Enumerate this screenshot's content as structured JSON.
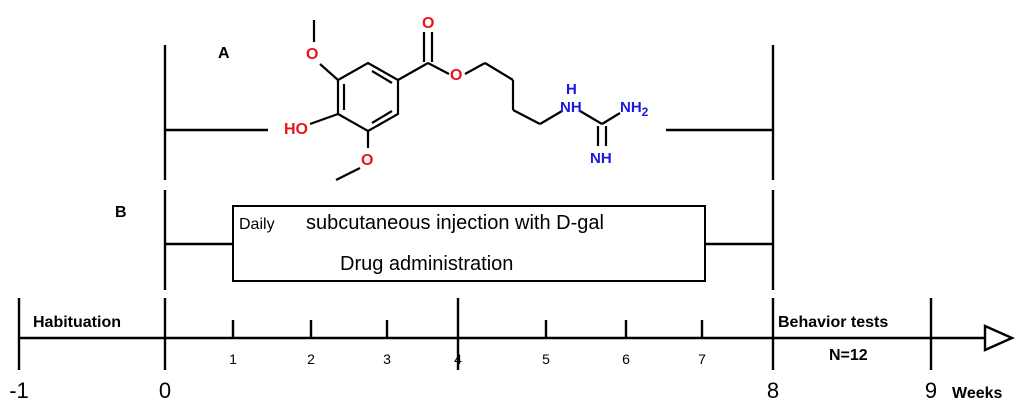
{
  "panels": {
    "a_label": "A",
    "b_label": "B"
  },
  "molecule": {
    "atoms": {
      "ho": "HO",
      "o_top": "O",
      "o_bottom": "O",
      "o_carbonyl": "O",
      "o_ester": "O",
      "nh": "NH",
      "h_nh": "H",
      "nh2": "NH",
      "nh2_sub": "2",
      "nh_imine": "NH"
    }
  },
  "treatment": {
    "line1_a": "Daily",
    "line1_b": "subcutaneous injection with D-gal",
    "line2": "Drug administration"
  },
  "timeline": {
    "habituation": "Habituation",
    "behavior_tests": "Behavior tests",
    "n_label": "N=12",
    "major_ticks": [
      "-1",
      "0",
      "8",
      "9"
    ],
    "minor_ticks": [
      "1",
      "2",
      "3",
      "4",
      "5",
      "6",
      "7"
    ],
    "unit": "Weeks"
  }
}
